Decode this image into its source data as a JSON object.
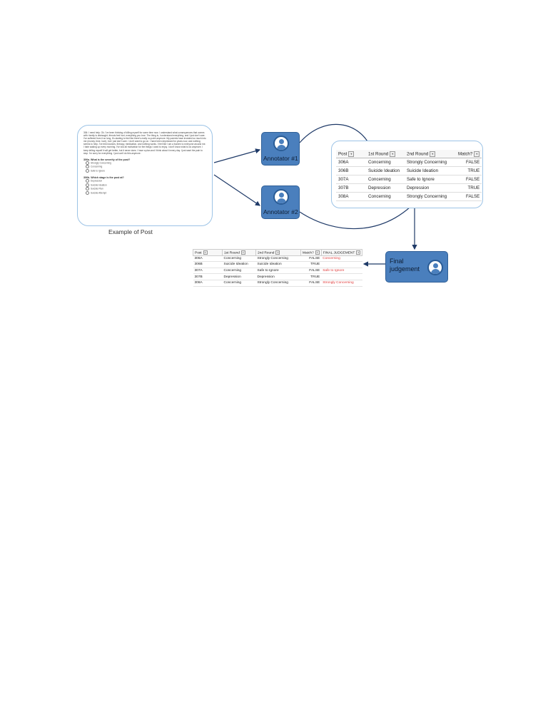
{
  "post": {
    "text": "306: I need help. Ok. I've been thinking of killing myself for some time now. I understand what consequences that comes with: family is distraught, friends feel hurt, everything you love. The thing is, I understand everything, and I just don't care. I've suffered from it so long, it's starting to feel like there's really no point anymore. My parents have invested so much into me (money, time, love), but I just don't care. I don't want to go on. I have been depressed for years now, and nothing seems to help. I've tried doctors, therapy, medication, and nothing works. I feel like I am a burden to everyone around me. I hate waking up every morning. I've lost all motivation for the things I used to enjoy. I don't know what to do anymore. I keep telling myself it will get better, but it never does. I have a plan and I think about it every day. I just want the pain to stop. I'm sorry for everything. I just can't do this anymore.",
    "q1": {
      "label": "306a. What is the severity of the post?",
      "options": [
        "Strongly Concerning",
        "Concerning",
        "Safe to Ignore"
      ]
    },
    "q2": {
      "label": "306b. Which stage is the post at?",
      "options": [
        "Depression",
        "Suicide Ideation",
        "Suicide Plan",
        "Suicide Attempt"
      ]
    },
    "caption": "Example of Post"
  },
  "annotator1": {
    "label": "Annotator #1",
    "icon": "user-icon"
  },
  "annotator2": {
    "label": "Annotator #2",
    "icon": "user-icon"
  },
  "final": {
    "label_line1": "Final",
    "label_line2": "judgement",
    "icon": "user-icon"
  },
  "big_table": {
    "headers": [
      "Post",
      "1st Round",
      "2nd Round",
      "Match?"
    ],
    "rows": [
      [
        "306A",
        "Concerning",
        "Strongly Concerning",
        "FALSE"
      ],
      [
        "306B",
        "Suicide Ideation",
        "Suicide Ideation",
        "TRUE"
      ],
      [
        "307A",
        "Concerning",
        "Safe to Ignore",
        "FALSE"
      ],
      [
        "307B",
        "Depression",
        "Depression",
        "TRUE"
      ],
      [
        "308A",
        "Concerning",
        "Strongly Concerning",
        "FALSE"
      ]
    ]
  },
  "small_table": {
    "headers": [
      "Post",
      "1st Round",
      "2nd Round",
      "Match?",
      "FINAL JUDGEMENT"
    ],
    "rows": [
      [
        "306A",
        "Concerning",
        "Strongly Concerning",
        "FALSE",
        "Concerning"
      ],
      [
        "306B",
        "Suicide Ideation",
        "Suicide Ideation",
        "TRUE",
        ""
      ],
      [
        "307A",
        "Concerning",
        "Safe to Ignore",
        "FALSE",
        "Safe to Ignore"
      ],
      [
        "307B",
        "Depression",
        "Depression",
        "TRUE",
        ""
      ],
      [
        "308A",
        "Concerning",
        "Strongly Concerning",
        "FALSE",
        "Strongly Concerning"
      ]
    ],
    "judgement_color": "#e03a3a"
  },
  "colors": {
    "box_fill": "#4a7fbd",
    "border": "#9cc3e6",
    "arrow": "#1f3a68"
  }
}
